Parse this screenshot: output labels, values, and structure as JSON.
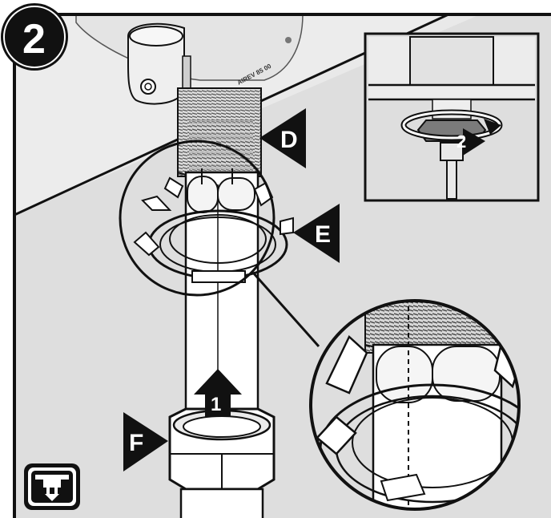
{
  "step_number": "2",
  "callouts": {
    "d": "D",
    "e": "E",
    "f": "F",
    "arrow_1": "1",
    "arrow_2": "2"
  },
  "embossed_text": "AIREV 85 00",
  "colors": {
    "outline": "#111111",
    "background": "#dedede",
    "under_sink": "#c9c9c9",
    "white": "#ffffff"
  },
  "icons": [
    "install-below-sink-icon"
  ]
}
